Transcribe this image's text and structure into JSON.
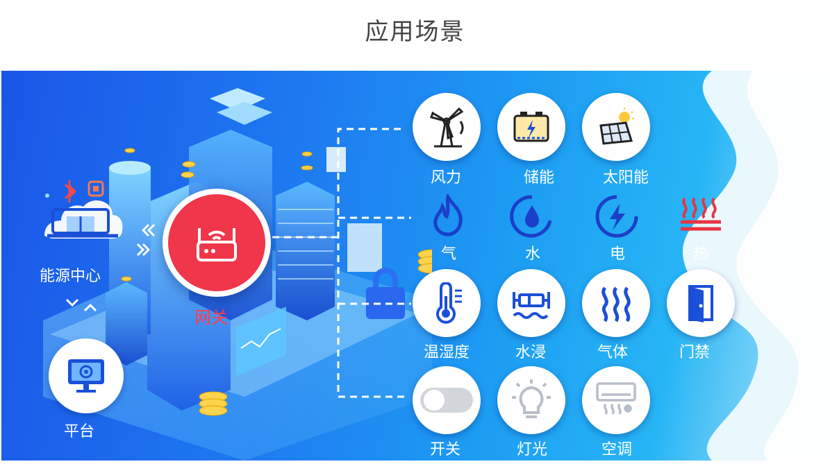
{
  "page_title": "应用场景",
  "left": {
    "energy_center": "能源中心",
    "gateway": "网关",
    "platform": "平台"
  },
  "row1": [
    {
      "label": "风力",
      "icon": "wind-turbine-icon"
    },
    {
      "label": "储能",
      "icon": "battery-icon"
    },
    {
      "label": "太阳能",
      "icon": "solar-panel-icon"
    }
  ],
  "row2": [
    {
      "label": "气",
      "icon": "flame-icon"
    },
    {
      "label": "水",
      "icon": "water-drop-icon"
    },
    {
      "label": "电",
      "icon": "lightning-icon"
    },
    {
      "label": "热",
      "icon": "heat-icon"
    }
  ],
  "row3": [
    {
      "label": "温湿度",
      "icon": "thermometer-icon"
    },
    {
      "label": "水浸",
      "icon": "water-leak-icon"
    },
    {
      "label": "气体",
      "icon": "gas-icon"
    },
    {
      "label": "门禁",
      "icon": "door-icon"
    }
  ],
  "row4": [
    {
      "label": "开关",
      "icon": "toggle-switch-icon"
    },
    {
      "label": "灯光",
      "icon": "light-bulb-icon"
    },
    {
      "label": "空调",
      "icon": "air-conditioner-icon"
    }
  ],
  "colors": {
    "accent_blue": "#1a4fd8",
    "gateway_red": "#f0364a",
    "heat_red": "#e8343f",
    "gray_icon": "#b8bec8"
  }
}
